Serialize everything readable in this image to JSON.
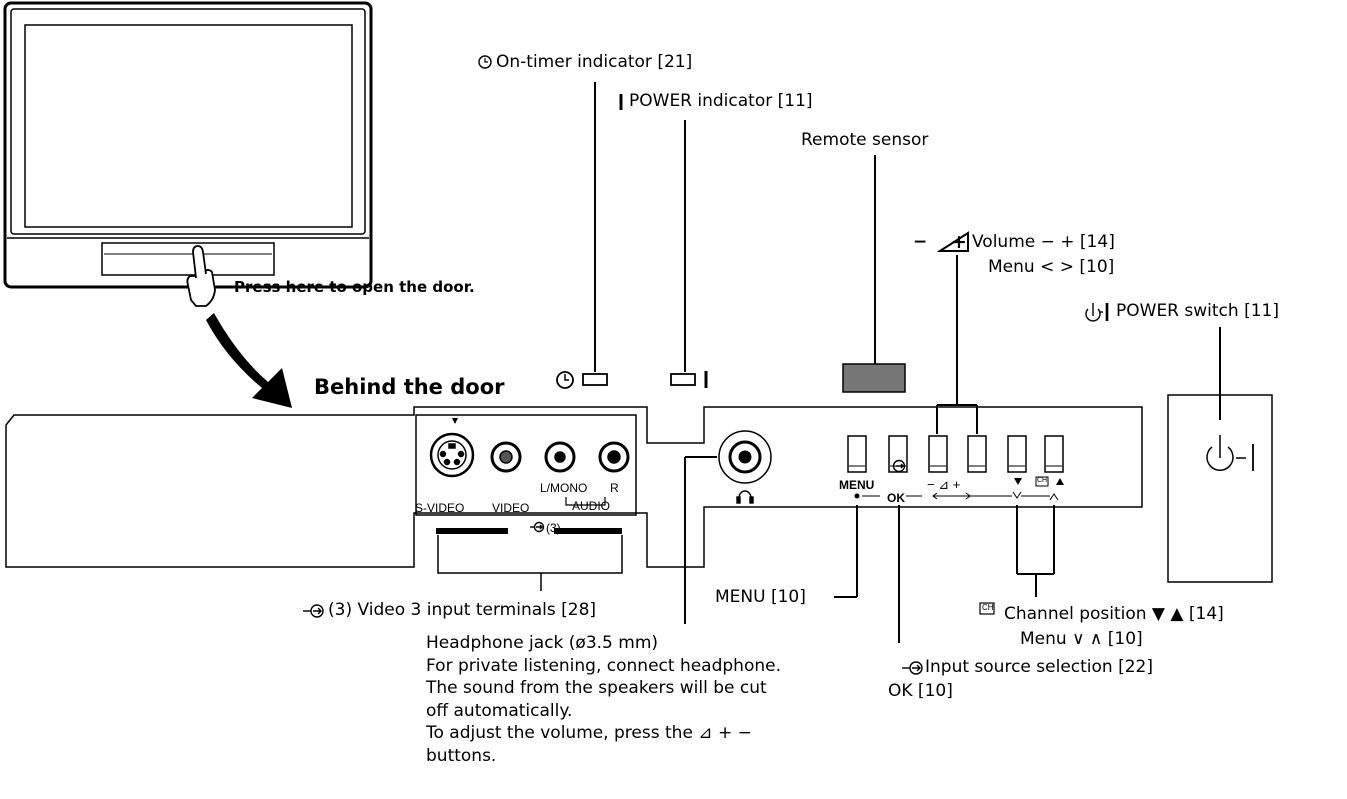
{
  "intro": {
    "press_here": "Press here to open the door.",
    "behind_door": "Behind the door"
  },
  "callouts": {
    "on_timer": "On-timer indicator [21]",
    "power_indicator": "POWER indicator [11]",
    "remote_sensor": "Remote sensor",
    "volume": "Volume − + [14]",
    "volume_prefix": "− ⊿ +",
    "menu_lr": "Menu < > [10]",
    "power_switch": "POWER switch [11]",
    "video3": "(3) Video 3 input terminals [28]",
    "menu": "MENU [10]",
    "channel": "Channel position ▼ ▲ [14]",
    "menu_ud": "Menu ∨ ∧ [10]",
    "input_source": "Input source selection [22]",
    "ok": "OK [10]",
    "headphone_lines": [
      "Headphone jack (ø3.5 mm)",
      "For private listening, connect headphone.",
      "The sound from the speakers will be cut",
      "off automatically.",
      "To adjust the volume, press the ⊿ + −",
      "buttons."
    ]
  },
  "panel_labels": {
    "s_video": "S-VIDEO",
    "video": "VIDEO",
    "l_mono": "L/MONO",
    "r": "R",
    "audio": "AUDIO",
    "input3": "(3)",
    "menu": "MENU",
    "ok": "OK",
    "ch": "CH"
  },
  "icons": [
    "tv-icon",
    "hand-pointer-icon",
    "curved-arrow-icon",
    "clock-icon",
    "input-arrow-icon",
    "power-standby-icon",
    "headphone-icon",
    "channel-icon"
  ]
}
